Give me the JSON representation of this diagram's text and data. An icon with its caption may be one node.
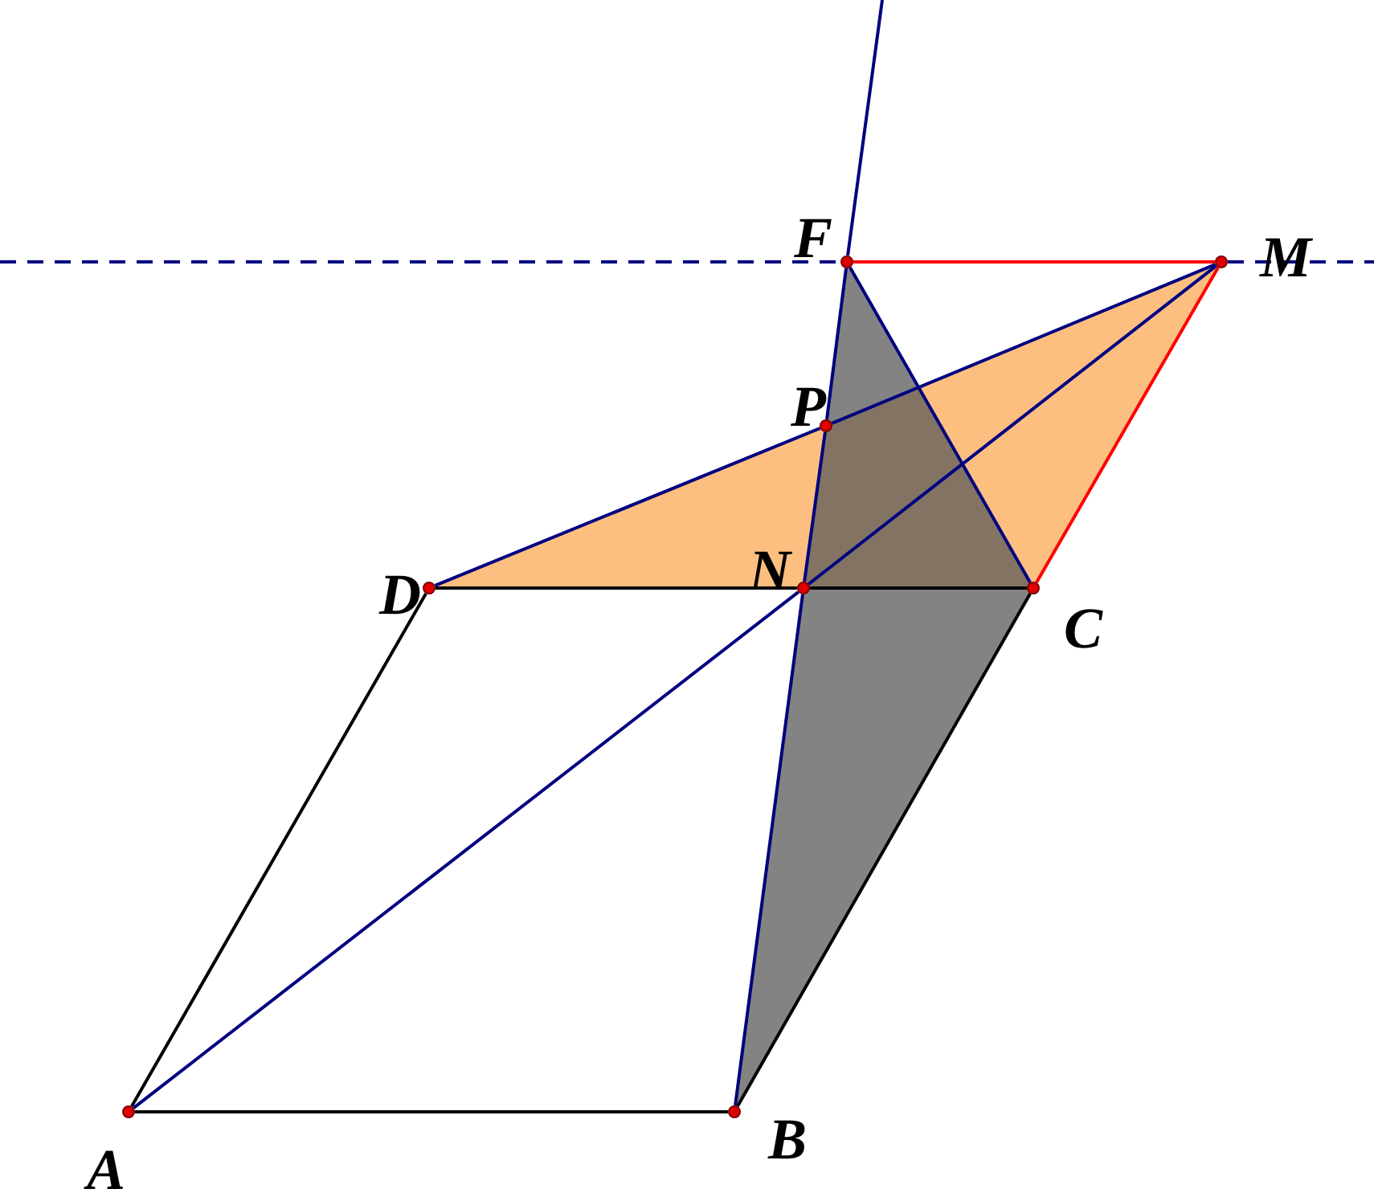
{
  "diagram": {
    "nodes": [
      {
        "text": [
          "F"
        ]
      },
      {
        "text": [
          "M"
        ]
      },
      {
        "text": [
          "P"
        ]
      },
      {
        "text": [
          "D"
        ]
      },
      {
        "text": [
          "N"
        ]
      },
      {
        "text": [
          "C"
        ]
      },
      {
        "text": [
          "A"
        ]
      },
      {
        "text": [
          "B"
        ]
      }
    ],
    "edges": [
      {
        "from": 6,
        "to": 7,
        "arrow": "none",
        "color": "#000000"
      },
      {
        "from": 7,
        "to": 5,
        "arrow": "none",
        "color": "#000000"
      },
      {
        "from": 3,
        "to": 4,
        "arrow": "none",
        "color": "#000000"
      },
      {
        "from": 4,
        "to": 5,
        "arrow": "none",
        "color": "#000000"
      },
      {
        "from": 3,
        "to": 6,
        "arrow": "none",
        "color": "#000000"
      },
      {
        "from": 6,
        "to": 4,
        "arrow": "none"
      },
      {
        "from": 4,
        "to": 1,
        "arrow": "none"
      },
      {
        "from": 7,
        "to": 4,
        "arrow": "none"
      },
      {
        "from": 4,
        "to": 2,
        "arrow": "none"
      },
      {
        "from": 2,
        "to": 0,
        "arrow": "none"
      },
      {
        "from": 0,
        "to": null,
        "arrow": "none"
      },
      {
        "from": 3,
        "to": 2,
        "arrow": "none"
      },
      {
        "from": 2,
        "to": 1,
        "arrow": "none"
      },
      {
        "from": 0,
        "to": 5,
        "arrow": "none"
      },
      {
        "from": 0,
        "to": 1,
        "arrow": "none",
        "color": "#ff0000"
      },
      {
        "from": 1,
        "to": 5,
        "arrow": "none",
        "color": "#ff0000"
      },
      {
        "from": null,
        "to": 0,
        "arrow": "none",
        "style": "dashed"
      },
      {
        "from": 1,
        "to": null,
        "arrow": "none",
        "style": "dashed"
      }
    ]
  }
}
